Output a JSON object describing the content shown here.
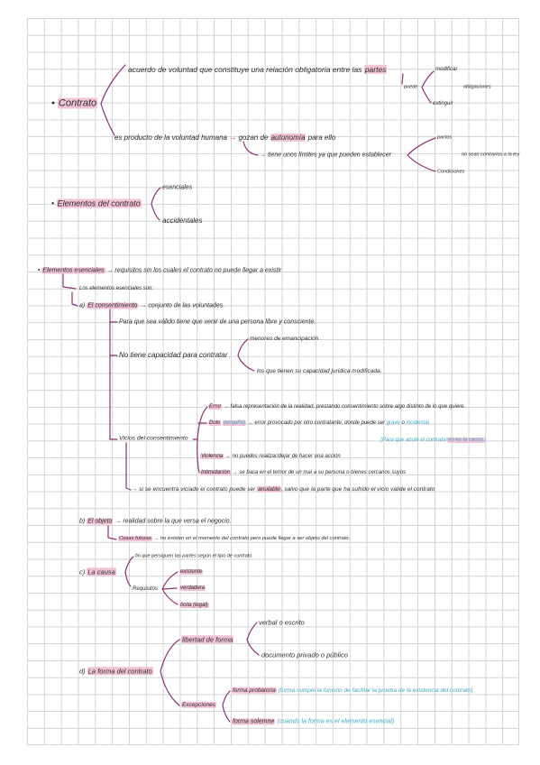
{
  "colors": {
    "ink": "#2b2b2b",
    "bracket": "#8a3275",
    "highlight": "#f2c3d7",
    "teal": "#3fa7c4",
    "grid": "#d3d3d3"
  },
  "contrato": {
    "bullet": "•",
    "title": "Contrato",
    "acuerdo": "acuerdo de voluntad que constituye una relación obligatoria entre las",
    "acuerdo_hl": "partes",
    "puede": "puede",
    "puede_items": [
      "modificar",
      "obligaciones",
      "extinguir"
    ],
    "producto": "es producto de la voluntad humana",
    "arrow": "→",
    "gozan": "gozan de",
    "autonomia": "autonomía",
    "para_ello": "para ello",
    "limites": "→ tiene unos límites ya que pueden establecer",
    "limites_items": [
      "pactos",
      "no sean contrarios a la ley",
      "Condiciones"
    ]
  },
  "elementos": {
    "bullet": "•",
    "title": "Elementos del contrato",
    "items": [
      "esenciales",
      "accidentales"
    ]
  },
  "esenciales": {
    "bullet": "•",
    "title": "Elementos esenciales",
    "definition": "→ requisitos sin los cuales el contrato no puede llegar a existir",
    "intro": "Los elementos esenciales son:",
    "consentimiento": {
      "label": "a)",
      "title": "El consentimiento",
      "definition": "→ conjunto de las voluntades.",
      "validez": "Para que sea válido tiene que venir de una persona libre y consciente.",
      "capacidad": "No tiene capacidad para contratar",
      "capacidad_items": [
        "menores de emancipación",
        "los que tienen su capacidad jurídica modificada."
      ],
      "vicios": "Vicios del consentimiento",
      "error": {
        "name": "Error",
        "text": "→ falsa representación de la realidad, prestando consentimiento sobre algo distinto de lo que quiere."
      },
      "dolo": {
        "name": "Dolo",
        "aside": "(engaño)",
        "text": "→ error provocado por otro contratante, donde puede ser",
        "grave": "grave",
        "o": "o",
        "incidental": "incidental."
      },
      "nota": {
        "start": "(Para que anule el contrato/",
        "hl": "no es la causa",
        "end": ")"
      },
      "violencia": {
        "name": "Violencia",
        "text": "→ no puedes realizar/dejar de hacer una acción"
      },
      "intimidacion": {
        "name": "Intimidación",
        "text": "→ se basa en el temor de un mal a su persona o bienes cercanos suyos"
      },
      "anulable": {
        "pre": "→ si se encuentra viciado el contrato puede ser",
        "hl": "anulable",
        "post": ", salvo que la parte que ha sufrido el vicio valide el contrato"
      }
    },
    "objeto": {
      "label": "b)",
      "title": "El objeto",
      "definition": "→ realidad sobre la que versa el negocio.",
      "futuras": "Cosas futuras",
      "futuras_text": "→ no existen en el momento del contrato pero puede llegar a ser objeto del contrato."
    },
    "causa": {
      "label": "c)",
      "title": "La causa",
      "fin": "fin que persiguen las partes según el tipo de contrato.",
      "requisitos": "Requisitos",
      "requisitos_items": [
        "existente",
        "verdadera",
        "lícita (legal)"
      ]
    },
    "forma": {
      "label": "d)",
      "title": "La forma del contrato",
      "libertad": "libertad de forma",
      "libertad_items": [
        "verbal o escrito",
        "documento privado o público"
      ],
      "excepciones": "Excepciones",
      "probatoria": "forma probatoria",
      "probatoria_note": "(forma cumple la función de facilitar la prueba de la existencia del contrato)",
      "solemne": "forma solemne",
      "solemne_note": "(cuando la forma es el elemento esencial)"
    }
  }
}
